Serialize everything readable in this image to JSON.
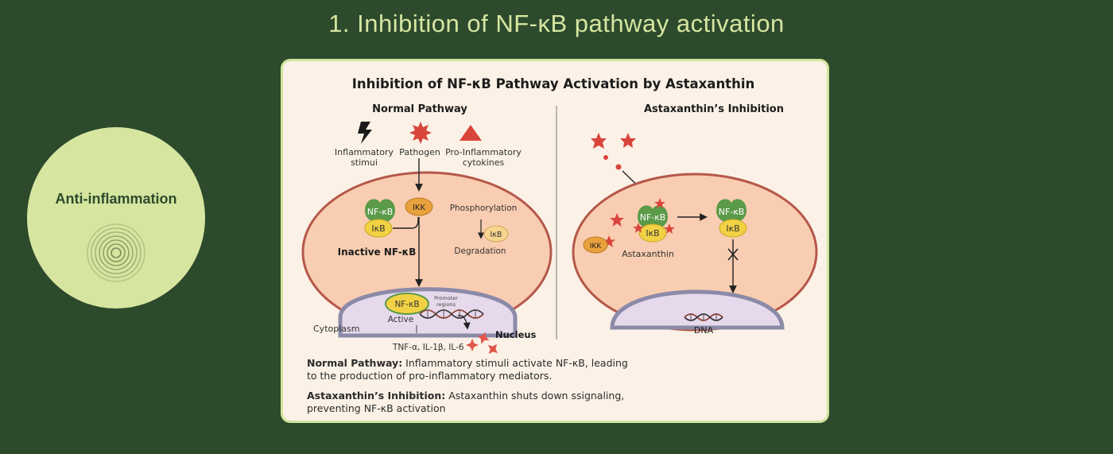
{
  "slide": {
    "title": "1. Inhibition of NF-κB pathway activation"
  },
  "badge": {
    "label": "Anti-inflammation"
  },
  "figure": {
    "title": "Inhibition of NF-κB Pathway Activation by Astaxanthin",
    "left_panel": {
      "heading": "Normal Pathway",
      "stimulus_1_line1": "Inflammatory",
      "stimulus_1_line2": "stimui",
      "stimulus_2": "Pathogen",
      "stimulus_3_line1": "Pro-Inflammatory",
      "stimulus_3_line2": "cytokines",
      "nfkb": "NF-κB",
      "ikb": "IκB",
      "ikk": "IKK",
      "phosphorylation": "Phosphorylation",
      "ikb_degraded": "IκB",
      "degradation": "Degradation",
      "inactive": "Inactive NF-κB",
      "nuclear_nfkb": "NF-κB",
      "active": "Active",
      "promoter_line1": "Promoter",
      "promoter_line2": "regions",
      "cytoplasm": "Cytoplasm",
      "nucleus": "Nucleus",
      "mediators": "TNF-α, IL-1β, IL-6"
    },
    "right_panel": {
      "heading": "Astaxanthin’s Inhibition",
      "nfkb": "NF-κB",
      "ikb": "IκB",
      "nfkb_free": "NF-κB",
      "ikb_free": "IκB",
      "ikk": "IKK",
      "astaxanthin": "Astaxanthin",
      "dna": "DNA"
    },
    "notes": [
      {
        "label": "Normal Pathway:",
        "text": " Inflammatory stimuli activate NF-κB, leading to the production of pro-inflammatory mediators."
      },
      {
        "label": "Astaxanthin’s Inhibition:",
        "text": " Astaxanthin shuts down ssignaling, preventing NF-κB activation"
      }
    ]
  },
  "colors": {
    "background": "#2d4a2d",
    "accent": "#d6e6a0",
    "card_border": "#cfe59a",
    "card_fill": "#fbf1e6",
    "cell_fill": "#f9cdb1",
    "cell_border": "#b5584a",
    "nucleus_fill": "#e6d9ec",
    "nucleus_border": "#8b8aa8",
    "nfkb_green": "#5a9a48",
    "ikb_yellow": "#f2d245",
    "ikk_orange": "#e9a13c",
    "astaxanthin_red": "#d9453b"
  }
}
